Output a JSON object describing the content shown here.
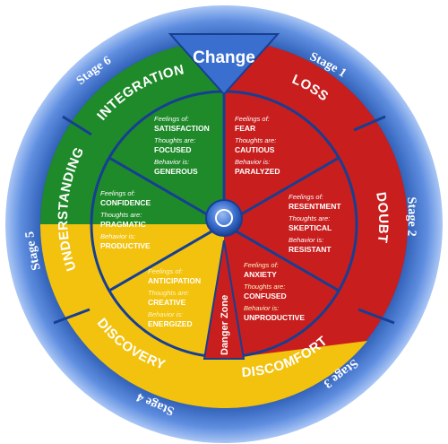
{
  "title": "Change",
  "center_label": "Danger Zone",
  "stages": {
    "s1": "Stage 1",
    "s2": "Stage 2",
    "s3": "Stage 3",
    "s4": "Stage 4",
    "s5": "Stage 5",
    "s6": "Stage 6"
  },
  "phases": {
    "loss": "LOSS",
    "doubt": "DOUBT",
    "discomfort": "DISCOMFORT",
    "discovery": "DISCOVERY",
    "understanding": "UNDERSTANDING",
    "integration": "INTEGRATION"
  },
  "captions": {
    "feelings": "Feelings of:",
    "thoughts": "Thoughts are:",
    "behavior": "Behavior is:"
  },
  "segments": {
    "loss": {
      "feelings": "FEAR",
      "thoughts": "CAUTIOUS",
      "behavior": "PARALYZED"
    },
    "doubt": {
      "feelings": "RESENTMENT",
      "thoughts": "SKEPTICAL",
      "behavior": "RESISTANT"
    },
    "discomfort": {
      "feelings": "ANXIETY",
      "thoughts": "CONFUSED",
      "behavior": "UNPRODUCTIVE"
    },
    "discovery": {
      "feelings": "ANTICIPATION",
      "thoughts": "CREATIVE",
      "behavior": "ENERGIZED"
    },
    "understanding": {
      "feelings": "CONFIDENCE",
      "thoughts": "PRAGMATIC",
      "behavior": "PRODUCTIVE"
    },
    "integration": {
      "feelings": "SATISFACTION",
      "thoughts": "FOCUSED",
      "behavior": "GENEROUS"
    }
  },
  "colors": {
    "ring_blue": "#2f5fb8",
    "red": "#c81e1e",
    "green": "#1f8a2a",
    "yellow": "#f2c20e",
    "change_blue": "#3a6fd0"
  }
}
